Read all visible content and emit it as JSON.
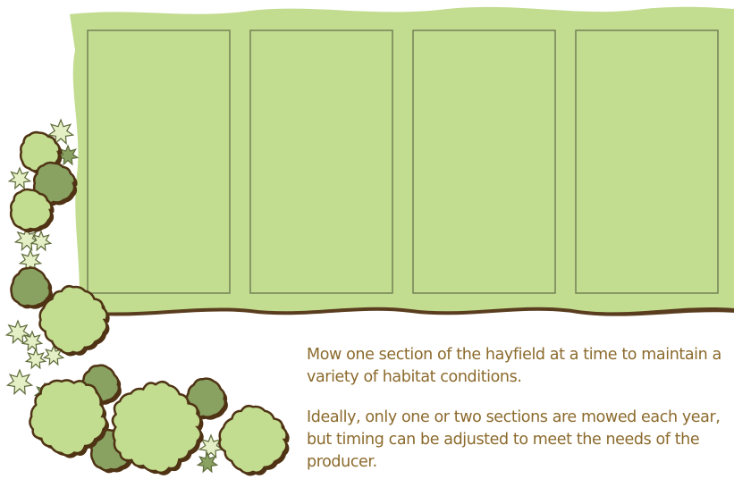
{
  "diagram": {
    "hayfield": {
      "section_count": 4,
      "fill_color": "#c2dc90",
      "outline_color": "#6f7a52",
      "shadow_color": "#5a3d1f"
    },
    "vegetation": {
      "light_green": "#c2dc90",
      "dark_green": "#89a262",
      "outline_brown": "#4f3314",
      "shrub_light": "#e4efc6"
    }
  },
  "captions": {
    "p1": "Mow one section of the hayfield at a time to maintain a variety of habitat conditions.",
    "p2": "Ideally, only one or two sections are mowed each year, but timing can be adjusted to meet the needs of the producer."
  },
  "text_color": "#8b6a2c"
}
